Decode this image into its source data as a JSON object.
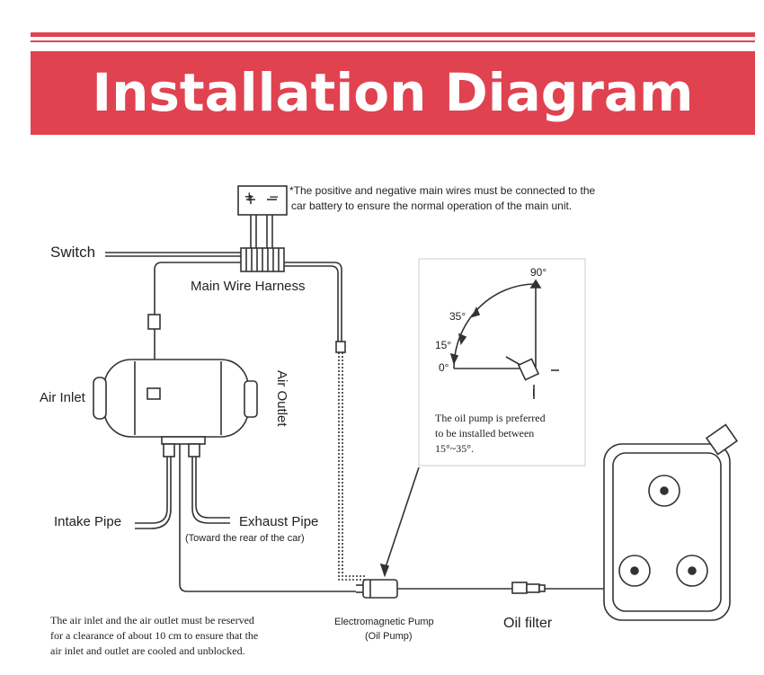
{
  "title": "Installation Diagram",
  "colors": {
    "banner": "#e0424f",
    "line": "#333333"
  },
  "battery": {
    "symbols": "+ −"
  },
  "notes": {
    "battery_note_line1": "*The positive and negative main wires must be connected to the",
    "battery_note_line2": "car battery to ensure the normal operation of the main unit.",
    "pump_note_line1": "The oil pump is preferred",
    "pump_note_line2": "to be installed between",
    "pump_note_line3": "15°~35°.",
    "clearance_line1": "The air inlet and the air outlet must be reserved",
    "clearance_line2": "for a clearance of about 10 cm to ensure that the",
    "clearance_line3": "air inlet and outlet are cooled and unblocked."
  },
  "labels": {
    "switch": "Switch",
    "main_wire_harness": "Main Wire Harness",
    "air_inlet": "Air Inlet",
    "air_outlet": "Air Outlet",
    "intake_pipe": "Intake Pipe",
    "exhaust_pipe": "Exhaust Pipe",
    "exhaust_sub": "(Toward the rear of the car)",
    "pump_line1": "Electromagnetic Pump",
    "pump_line2": "(Oil Pump)",
    "oil_filter": "Oil filter"
  },
  "angles": {
    "a90": "90°",
    "a35": "35°",
    "a15": "15°",
    "a0": "0°",
    "pump_axis": "I"
  },
  "icons": [
    "battery-icon",
    "heater-unit-icon",
    "fuel-tank-icon",
    "oil-pump-icon",
    "oil-filter-icon",
    "angle-gauge-icon"
  ]
}
